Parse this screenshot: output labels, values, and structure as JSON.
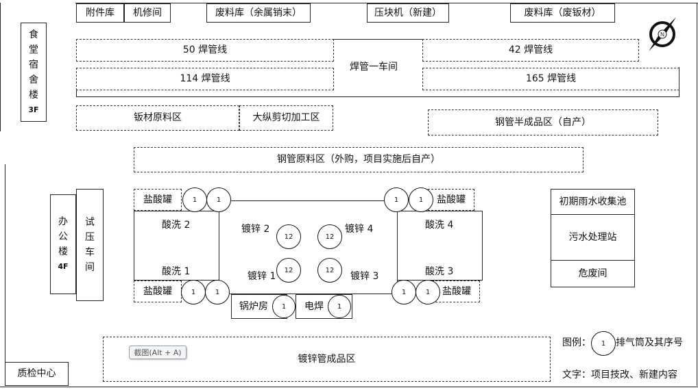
{
  "top_row": {
    "attachments_storage": "附件库",
    "machine_repair": "机修间",
    "scrap_metal_storage": "废料库（余属销末）",
    "press_block_machine": "压块机（新建）",
    "scrap_plate_storage": "废料库（废钣材）"
  },
  "canteen_dorm": {
    "chars": [
      "食",
      "堂",
      "宿",
      "舍",
      "楼"
    ],
    "floors": "3F"
  },
  "welded_pipe": {
    "line_50": "50 焊管线",
    "line_114": "114 焊管线",
    "line_42": "42 焊管线",
    "line_165": "165 焊管线",
    "workshop_1": "焊管一车间"
  },
  "areas": {
    "plate_raw": "钣材原料区",
    "slitting": "大纵剪切加工区",
    "semi_finished": "钢管半成品区（自产）",
    "pipe_raw": "钢管原料区（外购，项目实施后自产）",
    "galvanized_finished": "镀锌管成品区"
  },
  "office": {
    "chars": [
      "办",
      "公",
      "楼"
    ],
    "floors": "4F"
  },
  "pressure_test": {
    "chars": [
      "试",
      "压",
      "车",
      "间"
    ]
  },
  "acid": {
    "tank": "盐酸罐",
    "pickling_1": "酸洗 1",
    "pickling_2": "酸洗 2",
    "pickling_3": "酸洗 3",
    "pickling_4": "酸洗 4"
  },
  "galvanizing": {
    "zinc_1": "镀锌 1",
    "zinc_2": "镀锌 2",
    "zinc_3": "镀锌 3",
    "zinc_4": "镀锌 4"
  },
  "boiler_room": "锅炉房",
  "welding": "电焊",
  "stack_numbers": {
    "one": "1",
    "twelve": "12"
  },
  "right_block": {
    "rainwater": "初期雨水收集池",
    "sewage": "污水处理站",
    "hazardous": "危废间"
  },
  "quality_center": "质检中心",
  "legend": {
    "prefix": "图例：",
    "circle_number": "1",
    "stack_desc": "排气筒及其序号",
    "text_note": "文字：项目技改、新建内容"
  },
  "tooltip": "截图(Alt + A)",
  "compass": {
    "letter": "N"
  }
}
